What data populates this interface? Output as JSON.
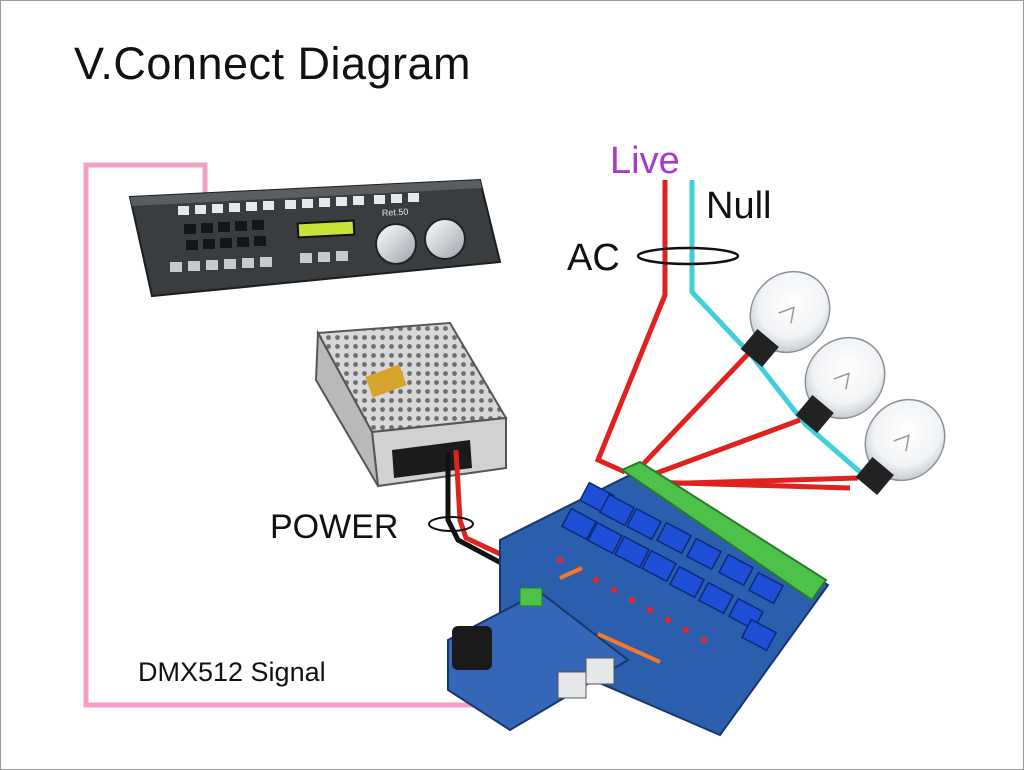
{
  "title": "V.Connect Diagram",
  "labels": {
    "live": "Live",
    "null": "Null",
    "ac": "AC",
    "power": "POWER",
    "dmx_signal": "DMX512 Signal"
  },
  "controller": {
    "badge": "Ret.50"
  },
  "colors": {
    "live_wire": "#e0221f",
    "null_wire": "#3fd0dc",
    "signal_wire": "#f2a0c8",
    "power_negative": "#111111",
    "board": "#2b5fae",
    "relay": "#1f4fd6",
    "terminal": "#4cc24a",
    "label_live": "#a43ad0"
  },
  "icons": [
    "dmx-controller-device",
    "power-supply-device",
    "relay-board-device",
    "light-bulb-icon"
  ]
}
